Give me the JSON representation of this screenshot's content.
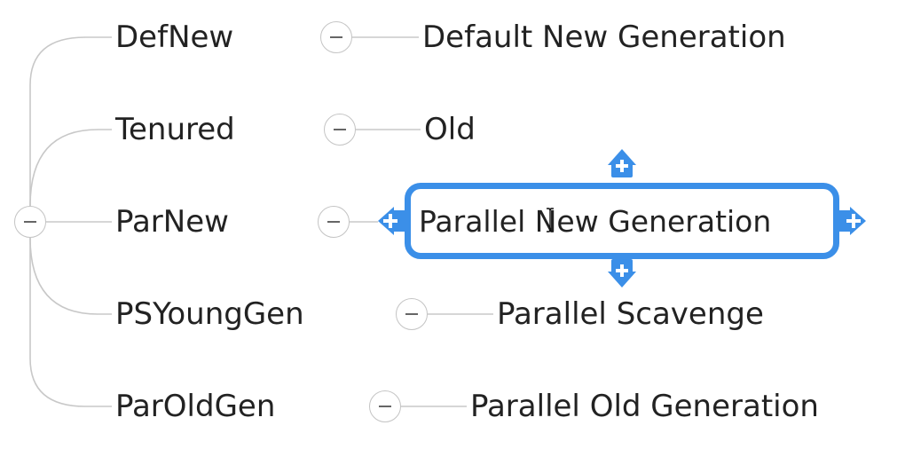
{
  "mindmap": {
    "branches": [
      {
        "key": "DefNew",
        "value": "Default New Generation"
      },
      {
        "key": "Tenured",
        "value": "Old"
      },
      {
        "key": "ParNew",
        "value": "Parallel New Generation"
      },
      {
        "key": "PSYoungGen",
        "value": "Parallel Scavenge"
      },
      {
        "key": "ParOldGen",
        "value": "Parallel Old Generation"
      }
    ],
    "selected_branch": "ParNew"
  },
  "colors": {
    "selection": "#3b8fe8",
    "connector": "#c8c8c8",
    "text": "#222222"
  },
  "icons": {
    "collapse": "minus-circle-icon",
    "add": "plus-icon",
    "cursor": "text-cursor-icon"
  }
}
